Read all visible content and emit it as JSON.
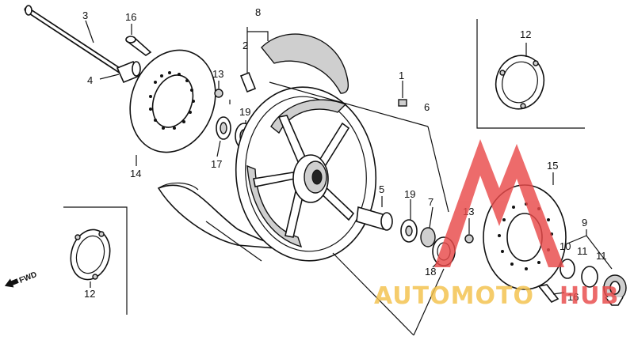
{
  "watermark": {
    "text_a": "AUTOMOTO",
    "text_b": "HUB",
    "color_a": "#f3c24b",
    "color_b": "#e94a4a",
    "logo_color": "#e94a4a"
  },
  "direction": {
    "label": "FWD"
  },
  "callouts": [
    {
      "id": "c-3",
      "label": "3"
    },
    {
      "id": "c-16a",
      "label": "16"
    },
    {
      "id": "c-8",
      "label": "8"
    },
    {
      "id": "c-2",
      "label": "2"
    },
    {
      "id": "c-4",
      "label": "4"
    },
    {
      "id": "c-13a",
      "label": "13"
    },
    {
      "id": "c-19a",
      "label": "19"
    },
    {
      "id": "c-1",
      "label": "1"
    },
    {
      "id": "c-6",
      "label": "6"
    },
    {
      "id": "c-12a",
      "label": "12"
    },
    {
      "id": "c-17",
      "label": "17"
    },
    {
      "id": "c-14",
      "label": "14"
    },
    {
      "id": "c-15",
      "label": "15"
    },
    {
      "id": "c-5",
      "label": "5"
    },
    {
      "id": "c-19b",
      "label": "19"
    },
    {
      "id": "c-7",
      "label": "7"
    },
    {
      "id": "c-13b",
      "label": "13"
    },
    {
      "id": "c-9",
      "label": "9"
    },
    {
      "id": "c-10",
      "label": "10"
    },
    {
      "id": "c-11a",
      "label": "11"
    },
    {
      "id": "c-11b",
      "label": "11"
    },
    {
      "id": "c-18",
      "label": "18"
    },
    {
      "id": "c-16b",
      "label": "16"
    },
    {
      "id": "c-12b",
      "label": "12"
    }
  ]
}
